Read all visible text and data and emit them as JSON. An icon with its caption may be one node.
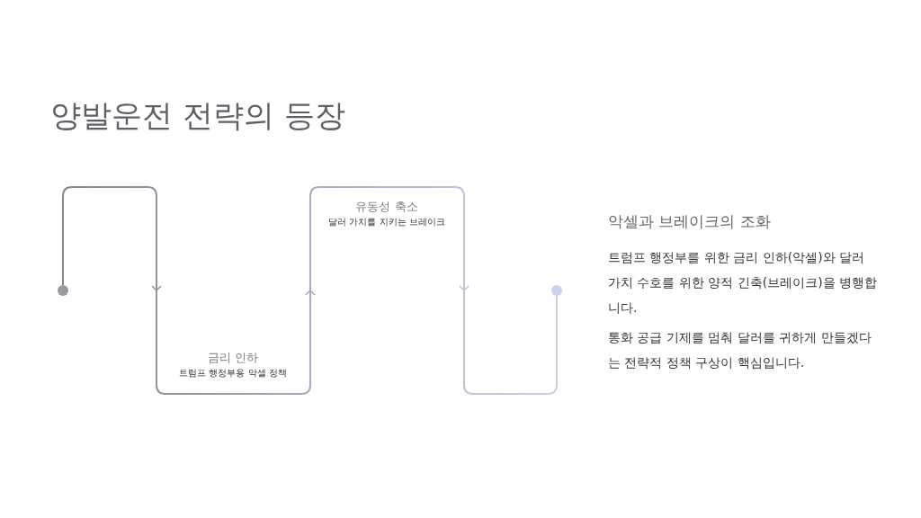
{
  "diagram": {
    "title": "양발운전 전략의 등장",
    "nodes": [
      {
        "text": [],
        "shape": "circle"
      },
      {
        "text": [],
        "shape": "circle"
      }
    ],
    "edges": [
      {
        "from": 0,
        "to": 1,
        "arrow": "to"
      }
    ],
    "labels": [
      "금리 인하",
      "트럼프 행정부용 악셀 정책",
      "유동성 축소",
      "달러 가치를 지키는 브레이크",
      "악셀과 브레이크의 조화",
      "트럼프 행정부를 위한 금리 인하(악셀)와 달러 가치 수호를 위한 양적 긴축(브레이크)을 병행합니다.",
      "통화 공급 기제를 멈춰 달러를 귀하게 만들겠다는 전략적 정책 구상이 핵심입니다."
    ]
  }
}
